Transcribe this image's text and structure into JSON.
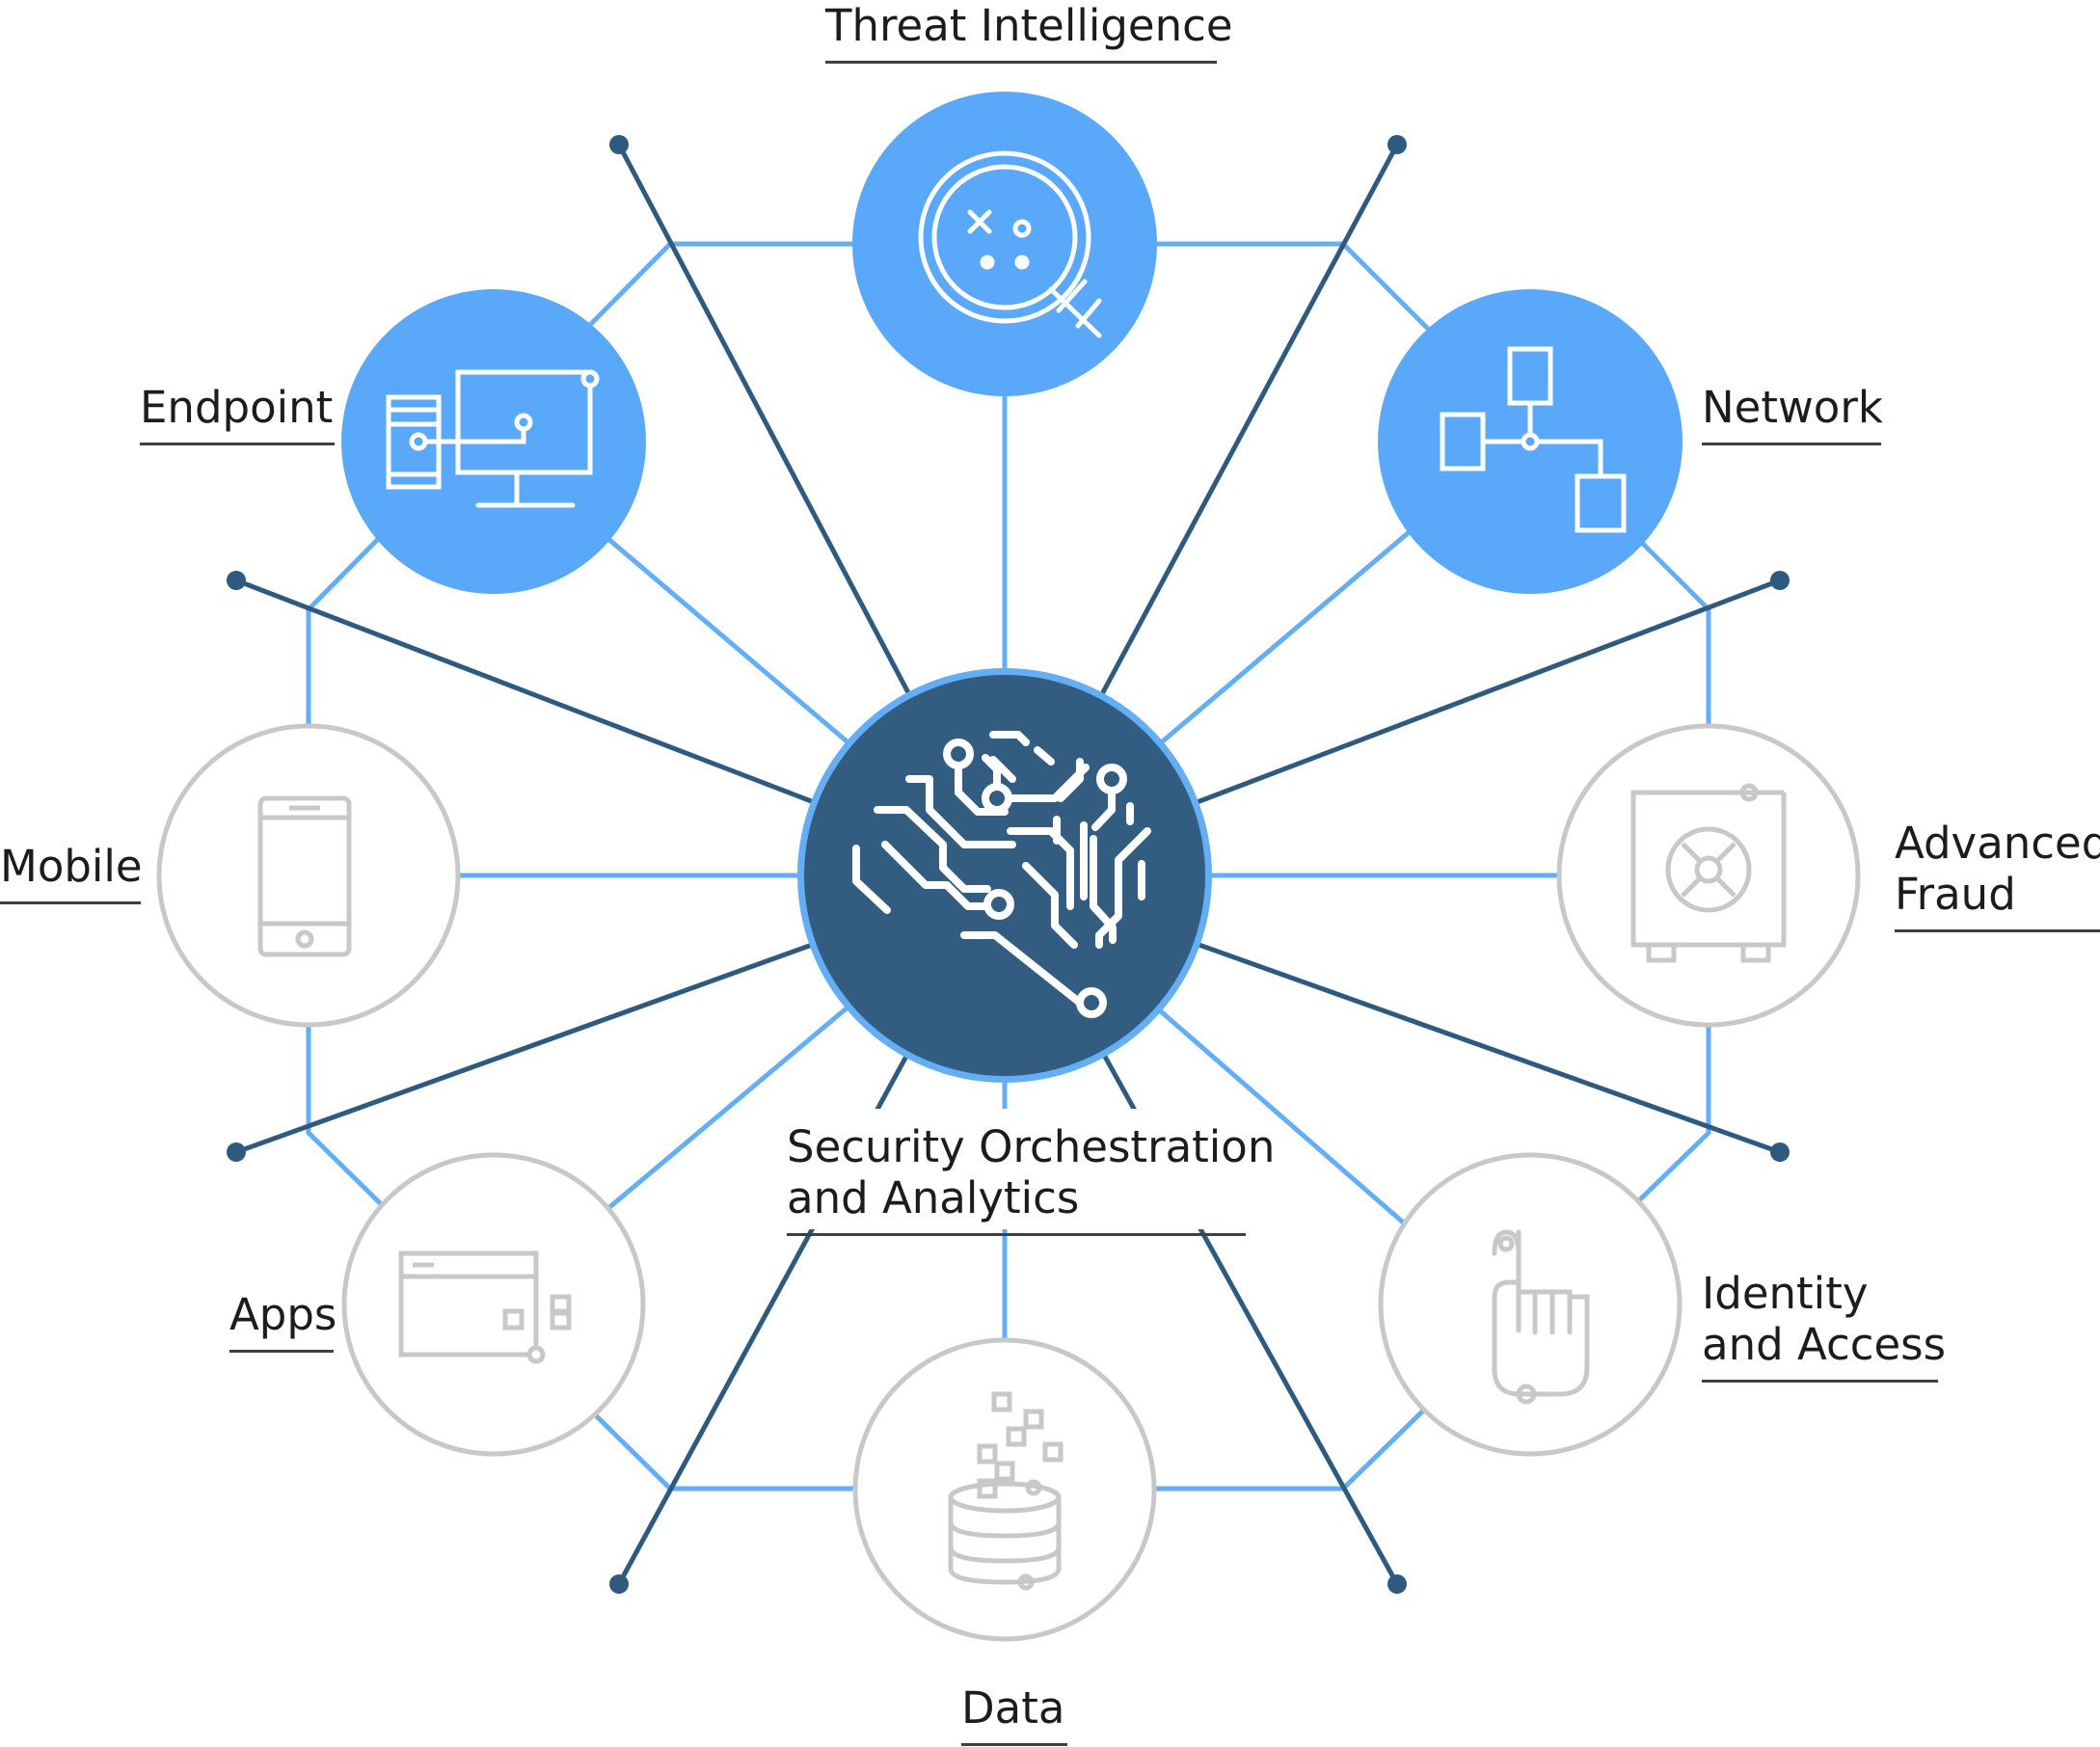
{
  "center": {
    "icon": "brain-circuit-icon",
    "label_lines": [
      "Security Orchestration",
      "and Analytics"
    ]
  },
  "nodes": [
    {
      "id": "threat-intelligence",
      "label_lines": [
        "Threat Intelligence"
      ],
      "icon": "magnifier-threat-icon",
      "highlighted": true
    },
    {
      "id": "network",
      "label_lines": [
        "Network"
      ],
      "icon": "network-topology-icon",
      "highlighted": true
    },
    {
      "id": "advanced-fraud",
      "label_lines": [
        "Advanced",
        "Fraud"
      ],
      "icon": "safe-vault-icon",
      "highlighted": false
    },
    {
      "id": "identity-and-access",
      "label_lines": [
        "Identity",
        "and Access"
      ],
      "icon": "fingerprint-hand-icon",
      "highlighted": false
    },
    {
      "id": "data",
      "label_lines": [
        "Data"
      ],
      "icon": "database-icon",
      "highlighted": false
    },
    {
      "id": "apps",
      "label_lines": [
        "Apps"
      ],
      "icon": "app-window-icon",
      "highlighted": false
    },
    {
      "id": "mobile",
      "label_lines": [
        "Mobile"
      ],
      "icon": "mobile-phone-icon",
      "highlighted": false
    },
    {
      "id": "endpoint",
      "label_lines": [
        "Endpoint"
      ],
      "icon": "desktop-server-icon",
      "highlighted": true
    }
  ],
  "colors": {
    "highlight_fill": "#5aa8f9",
    "center_fill": "#325c80",
    "spoke_dark": "#2f5a80",
    "ring_light": "#64aef5",
    "inactive_stroke": "#c8c8c8",
    "label_text": "#1c1c1c"
  }
}
